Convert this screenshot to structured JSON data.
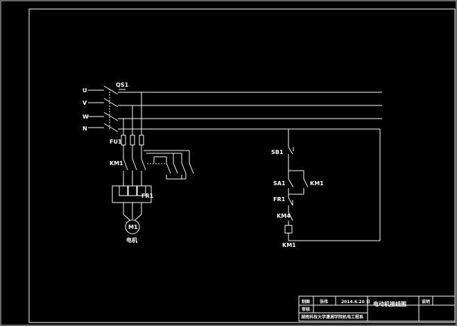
{
  "background": "#000000",
  "line_color": "#ffffff",
  "labels": {
    "qs1": "QS1",
    "l1": "U",
    "l2": "V",
    "l3": "W",
    "n": "N",
    "fu1": "FU1",
    "km1_main": "KM1",
    "fr1_main": "FR1",
    "motor_symbol": "M1",
    "motor_caption": "电机",
    "sb1": "SB1",
    "sa1": "SA1",
    "km1_aux": "KM1",
    "fr1_ctrl": "FR1",
    "km4": "KM4",
    "km1_coil": "KM1"
  },
  "title_block": {
    "drawn_label": "制图",
    "drawn_name": "张伟",
    "date": "2014.6.20 日",
    "title": "电动机接线图",
    "note_label": "说明",
    "check_label": "审核",
    "school": "湖南科技大学潇湘学院机电工程系"
  }
}
